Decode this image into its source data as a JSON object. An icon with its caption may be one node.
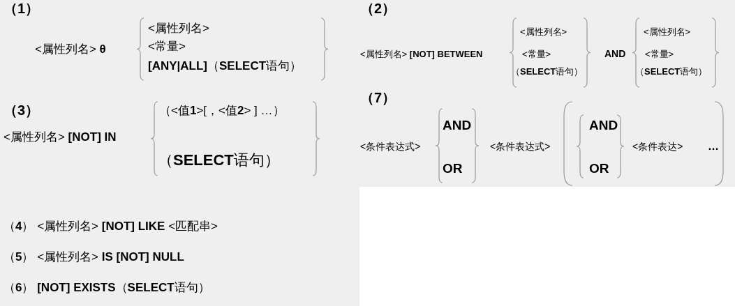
{
  "diagram": {
    "labels": [
      "（1）",
      "<属性列名> **θ**",
      "<属性列名>",
      "<常量>",
      "**[ANY|ALL]**（**SELECT**语句）",
      "（2）",
      "<属性列名> **[NOT] BETWEEN**",
      "<属性列名>",
      "<常量>",
      "（**SELECT**语句）",
      "AND",
      "<属性列名>",
      "<常量>",
      "（**SELECT**语句）",
      "（3）",
      "<属性列名> **[NOT] IN**",
      "（<值**1**>[，<值**2**> ] …）",
      "（**SELECT**语句）",
      "（7）",
      "<条件表达式>",
      "AND",
      "OR",
      "<条件表达式>",
      "AND",
      "OR",
      "<条件表达>",
      "…",
      "（**4**） <属性列名> **[NOT] LIKE** <匹配串>",
      "（**5**） <属性列名> **IS [NOT] NULL**",
      "（**6**） **[NOT] EXISTS**（**SELECT**语句）"
    ]
  }
}
